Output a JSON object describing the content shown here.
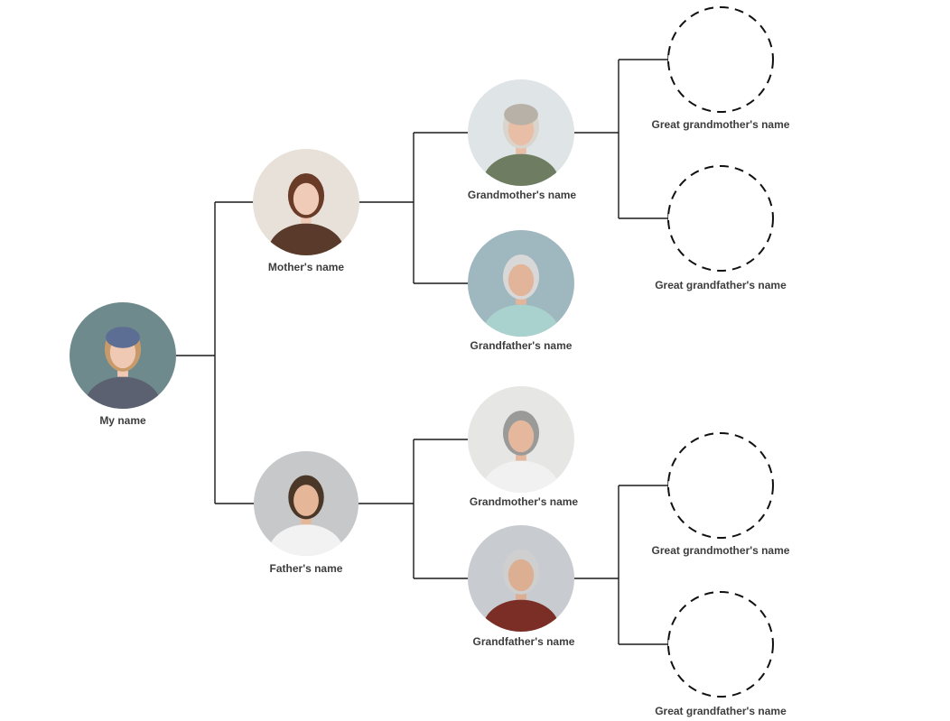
{
  "tree": {
    "me": {
      "label": "My name",
      "icon": "child-photo-icon",
      "palette": {
        "bg": "#6f8a8d",
        "skin": "#efc9b3",
        "hair": "#c89a6a",
        "hat": "#5c6e94",
        "top": "#5b6170"
      }
    },
    "mother": {
      "label": "Mother's name",
      "icon": "woman-photo-icon",
      "palette": {
        "bg": "#e8e1da",
        "skin": "#f0cbb8",
        "hair": "#6a3b26",
        "hat": null,
        "top": "#5a3a2a"
      }
    },
    "father": {
      "label": "Father's name",
      "icon": "man-photo-icon",
      "palette": {
        "bg": "#c6c8ca",
        "skin": "#e6b699",
        "hair": "#4a3728",
        "hat": null,
        "top": "#f2f2f2"
      }
    },
    "maternal_grandmother": {
      "label": "Grandmother's name",
      "icon": "elderly-woman-photo-icon",
      "palette": {
        "bg": "#dfe4e7",
        "skin": "#e8bfa6",
        "hair": "#d9d4cc",
        "hat": "#b7b1a8",
        "top": "#6e7d62"
      }
    },
    "maternal_grandfather": {
      "label": "Grandfather's name",
      "icon": "elderly-man-photo-icon",
      "palette": {
        "bg": "#9fb7bf",
        "skin": "#e2b59a",
        "hair": "#d8d8d8",
        "hat": null,
        "top": "#a9d2cf"
      }
    },
    "paternal_grandmother": {
      "label": "Grandmother's name",
      "icon": "elderly-woman-photo-icon",
      "palette": {
        "bg": "#e6e6e4",
        "skin": "#e5b89e",
        "hair": "#9a9a98",
        "hat": null,
        "top": "#f1f1f1"
      }
    },
    "paternal_grandfather": {
      "label": "Grandfather's name",
      "icon": "elderly-man-photo-icon",
      "palette": {
        "bg": "#c8ccd0",
        "skin": "#dcae92",
        "hair": "#cfcfcf",
        "hat": null,
        "top": "#7b2e26"
      }
    },
    "maternal_great_grandmother": {
      "label": "Great grandmother's name",
      "icon": "empty-photo-placeholder-icon"
    },
    "maternal_great_grandfather": {
      "label": "Great grandfather's name",
      "icon": "empty-photo-placeholder-icon"
    },
    "paternal_great_grandmother": {
      "label": "Great grandmother's name",
      "icon": "empty-photo-placeholder-icon"
    },
    "paternal_great_grandfather": {
      "label": "Great grandfather's name",
      "icon": "empty-photo-placeholder-icon"
    }
  },
  "colors": {
    "connector": "#1a1a1a",
    "label": "#3d3d3d",
    "placeholder_stroke": "#111111"
  }
}
